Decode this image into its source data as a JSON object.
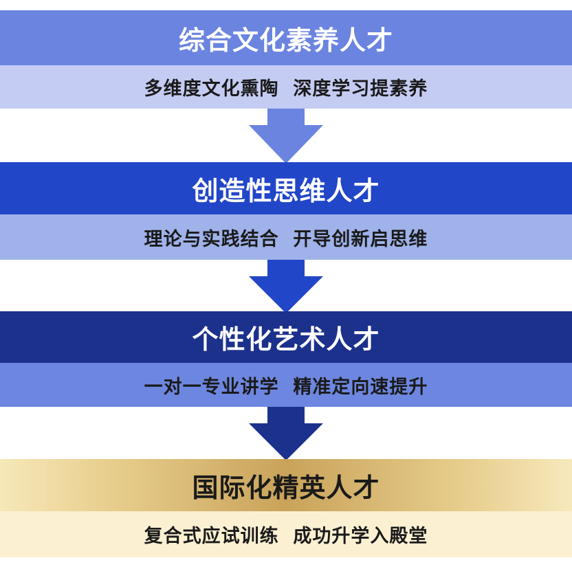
{
  "stages": [
    {
      "title": "综合文化素养人才",
      "subtitle": "多维度文化熏陶  深度学习提素养",
      "title_color": "#6b84e0",
      "subtitle_color": "#c5ccf3",
      "arrow_color": "#6b84e0"
    },
    {
      "title": "创造性思维人才",
      "subtitle": "理论与实践结合  开导创新启思维",
      "title_color": "#2246c8",
      "subtitle_color": "#9fb2ea",
      "arrow_color": "#2246c8"
    },
    {
      "title": "个性化艺术人才",
      "subtitle": "一对一专业讲学  精准定向速提升",
      "title_color": "#1b318c",
      "subtitle_color": "#6d87e0",
      "arrow_color": "#1b318c"
    },
    {
      "title": "国际化精英人才",
      "subtitle": "复合式应试训练  成功升学入殿堂",
      "title_color": "#c9a35a",
      "subtitle_color": "#fbf0d2"
    }
  ]
}
